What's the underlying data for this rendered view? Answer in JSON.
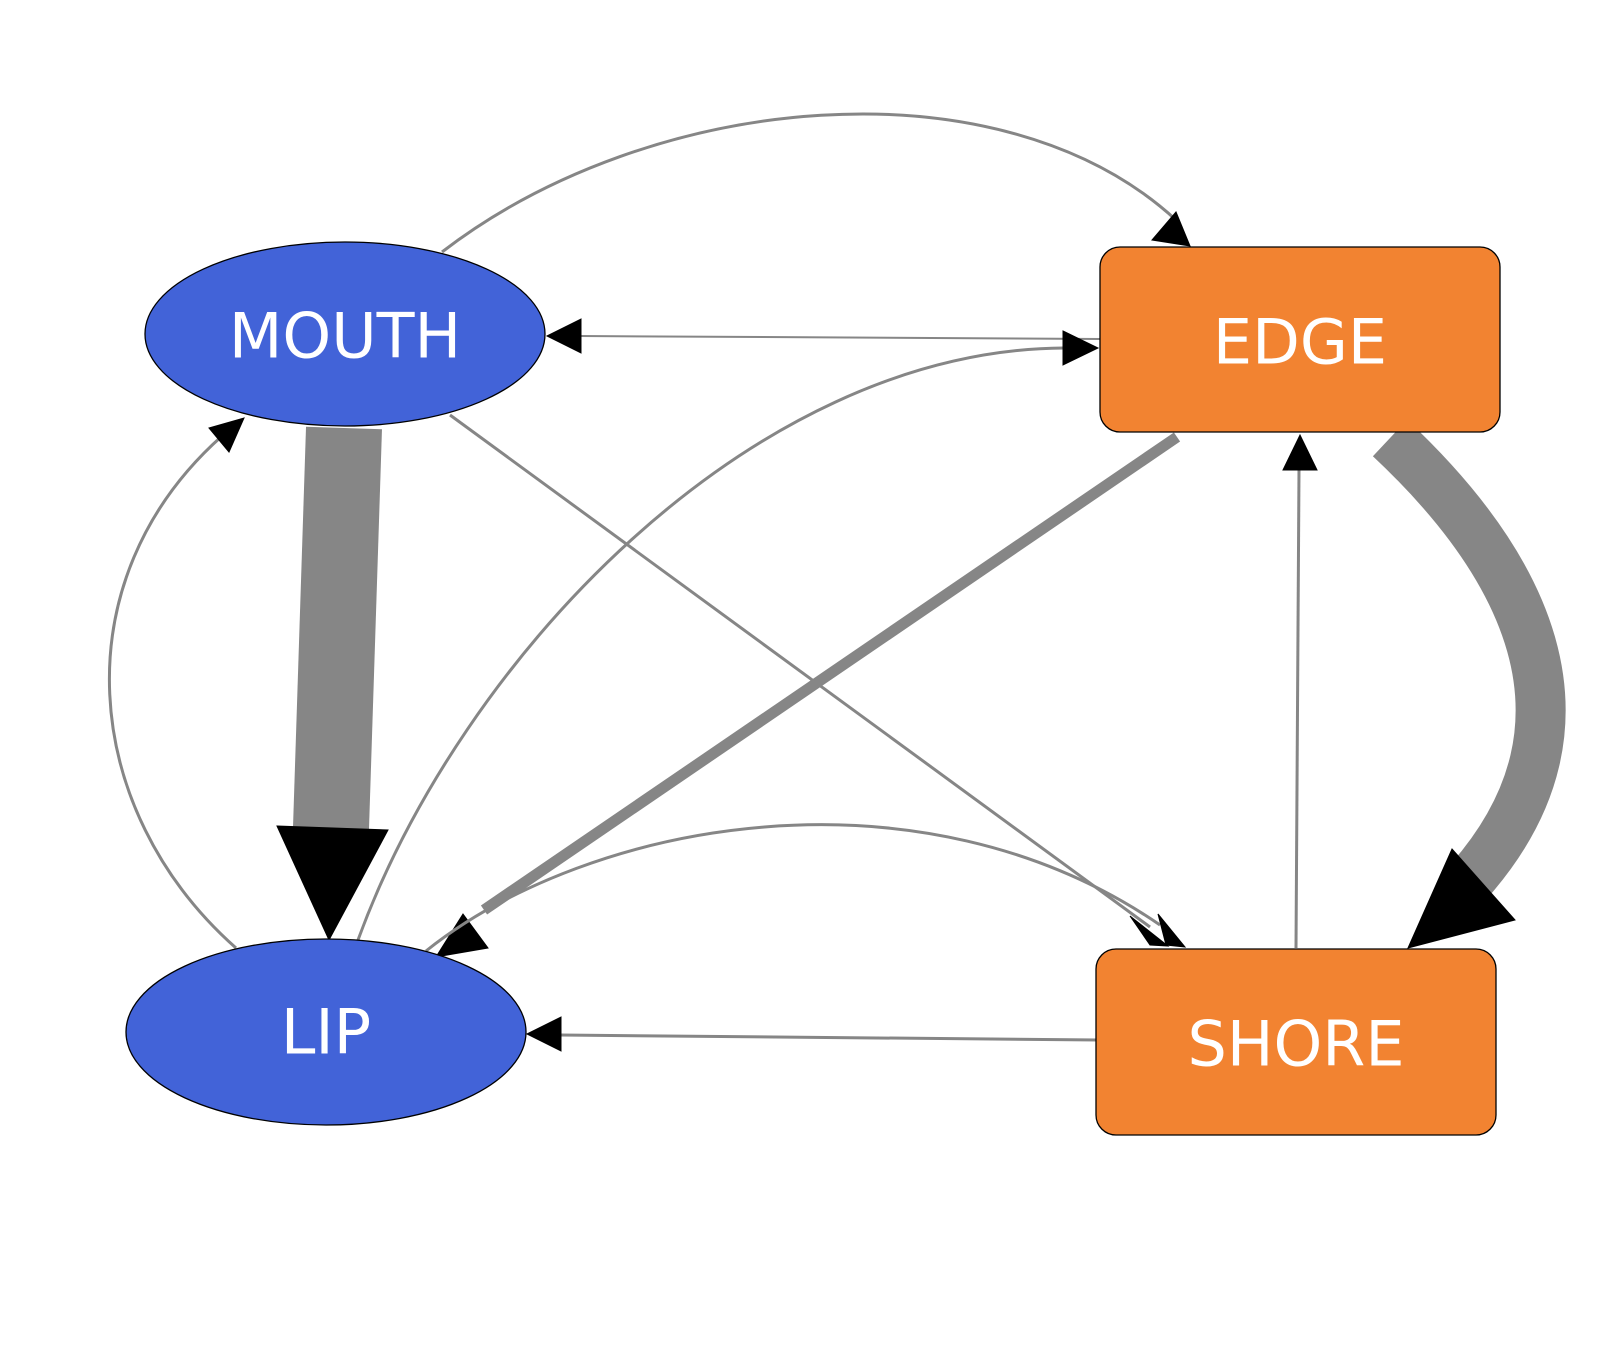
{
  "nodes": [
    {
      "id": "mouth",
      "label": "MOUTH",
      "shape": "ellipse",
      "color": "#4263d8"
    },
    {
      "id": "edge",
      "label": "EDGE",
      "shape": "rounded-rect",
      "color": "#f28331"
    },
    {
      "id": "lip",
      "label": "LIP",
      "shape": "ellipse",
      "color": "#4263d8"
    },
    {
      "id": "shore",
      "label": "SHORE",
      "shape": "rounded-rect",
      "color": "#f28331"
    }
  ],
  "edges": [
    {
      "from": "mouth",
      "to": "lip",
      "weight": "heaviest"
    },
    {
      "from": "edge",
      "to": "shore",
      "weight": "heaviest"
    },
    {
      "from": "edge",
      "to": "lip",
      "weight": "medium"
    },
    {
      "from": "mouth",
      "to": "edge",
      "weight": "light"
    },
    {
      "from": "edge",
      "to": "mouth",
      "weight": "light"
    },
    {
      "from": "lip",
      "to": "edge",
      "weight": "light"
    },
    {
      "from": "lip",
      "to": "mouth",
      "weight": "light"
    },
    {
      "from": "mouth",
      "to": "shore",
      "weight": "light"
    },
    {
      "from": "lip",
      "to": "shore",
      "weight": "light"
    },
    {
      "from": "shore",
      "to": "edge",
      "weight": "light"
    },
    {
      "from": "shore",
      "to": "lip",
      "weight": "light"
    }
  ],
  "colors": {
    "edge_stroke": "#868686",
    "arrowhead": "#000000",
    "label_text": "#ffffff"
  }
}
